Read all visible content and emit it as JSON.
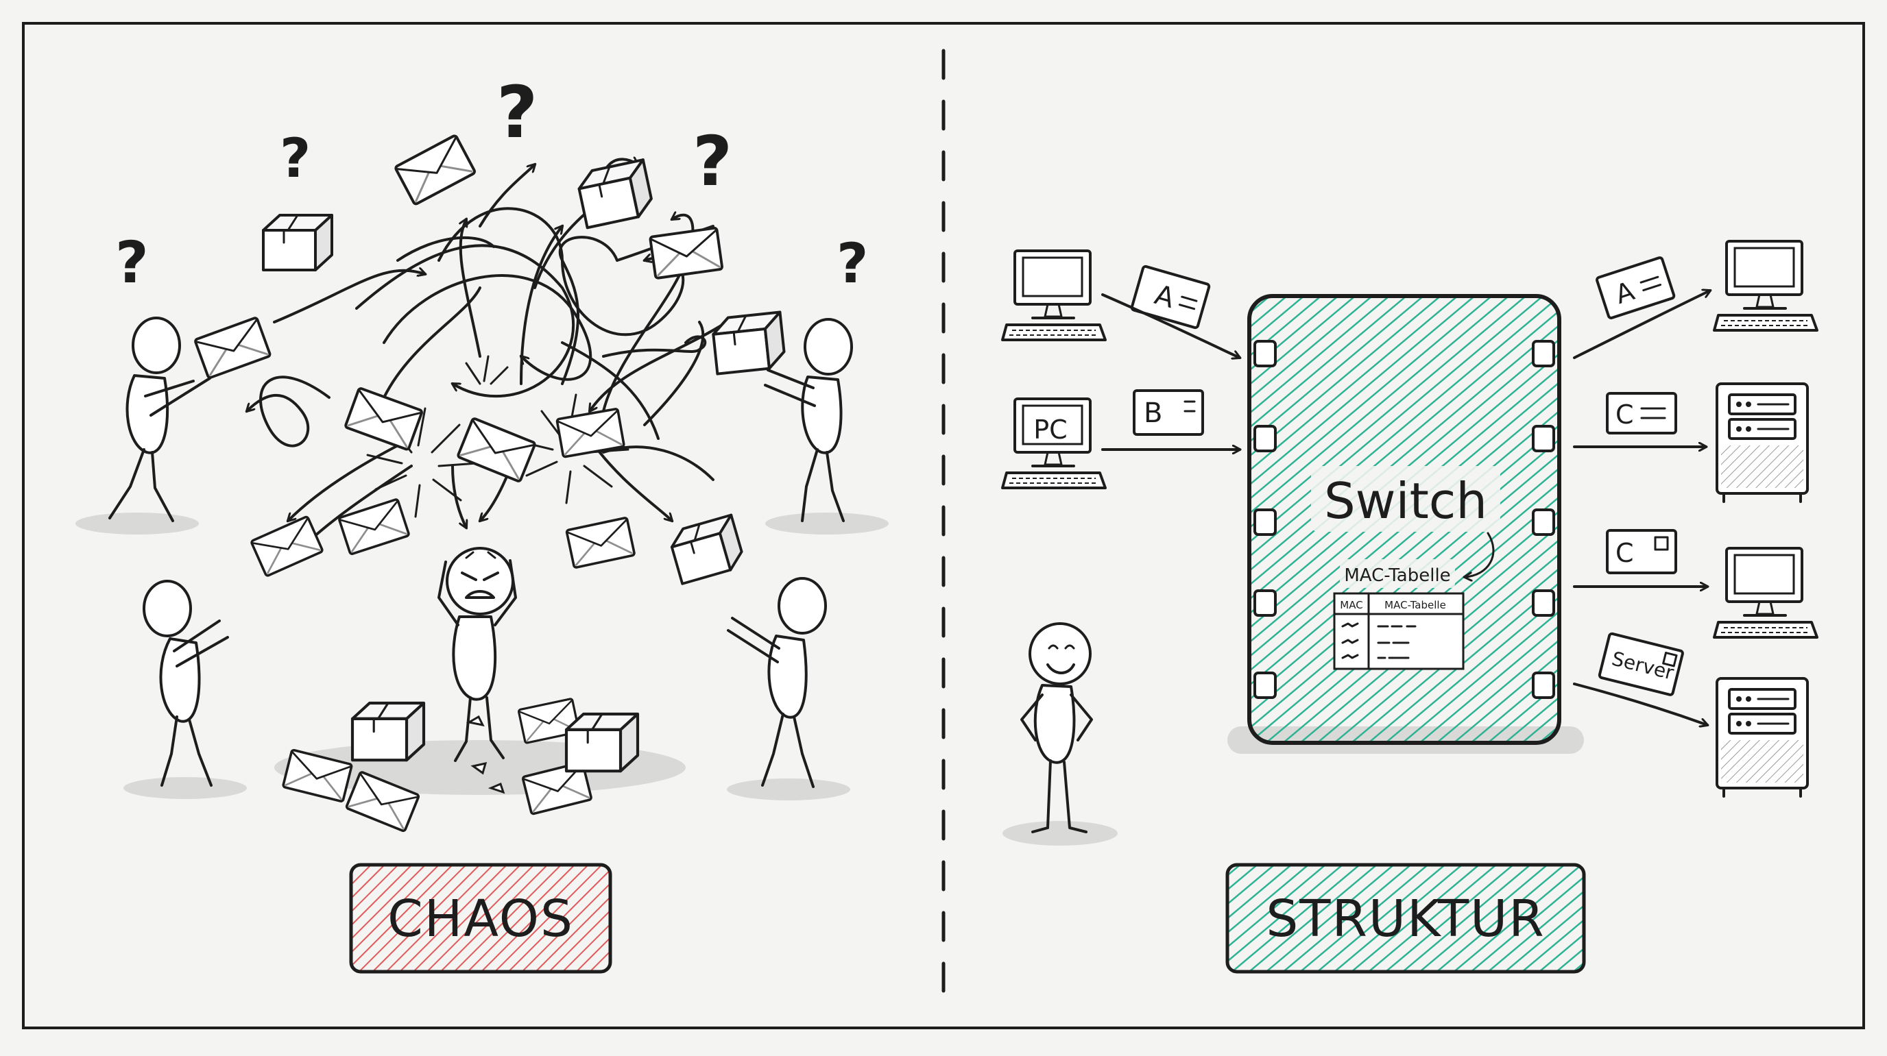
{
  "left_panel": {
    "label": "CHAOS",
    "label_color": "#e05a5a",
    "question_marks": [
      "?",
      "?",
      "?",
      "?",
      "?"
    ]
  },
  "right_panel": {
    "label": "STRUKTUR",
    "label_color": "#2db394",
    "switch": {
      "title": "Switch",
      "subtitle": "MAC-Tabelle",
      "table_header_1": "MAC",
      "table_header_2": "MAC-Tabelle",
      "fill_color": "#2db394"
    },
    "inputs": {
      "pc_label": "PC",
      "letter_a": "A",
      "letter_b": "B"
    },
    "outputs": {
      "letter_a": "A",
      "letter_c1": "C",
      "letter_c2": "C",
      "letter_server": "Server"
    }
  }
}
